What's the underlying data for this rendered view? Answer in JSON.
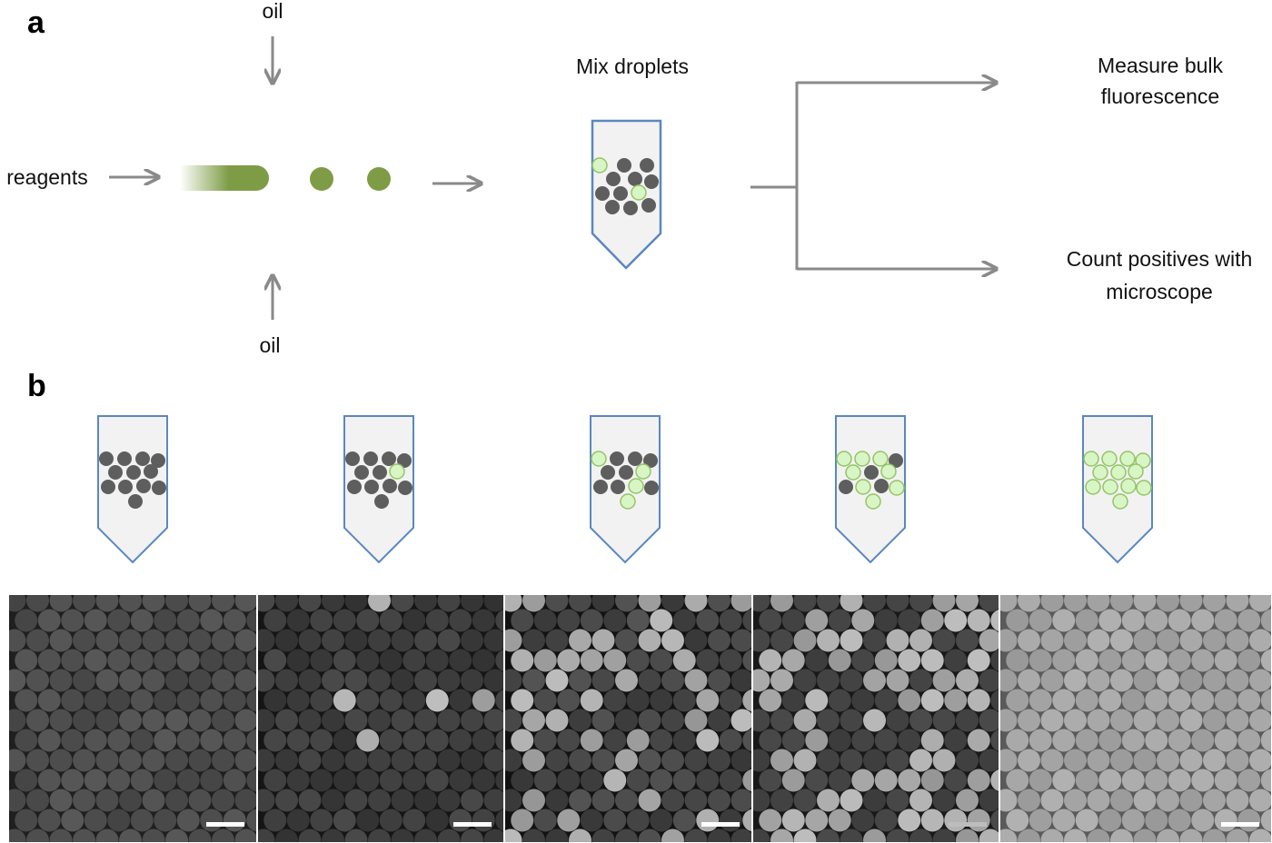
{
  "panel_a": {
    "letter": "a",
    "oil_top": "oil",
    "oil_bottom": "oil",
    "reagents": "reagents",
    "mix_droplets": "Mix droplets",
    "measure_line1": "Measure bulk",
    "measure_line2": "fluorescence",
    "count_line1": "Count positives with",
    "count_line2": "microscope"
  },
  "panel_b": {
    "letter": "b",
    "tubes": [
      {
        "positive_droplets": 0,
        "total_droplets": 12
      },
      {
        "positive_droplets": 1,
        "total_droplets": 12
      },
      {
        "positive_droplets": 4,
        "total_droplets": 12
      },
      {
        "positive_droplets": 8,
        "total_droplets": 12
      },
      {
        "positive_droplets": 12,
        "total_droplets": 12
      }
    ],
    "micrographs": [
      {
        "brightness": "dark"
      },
      {
        "brightness": "few-bright"
      },
      {
        "brightness": "mixed"
      },
      {
        "brightness": "mostly-bright"
      },
      {
        "brightness": "all-bright"
      }
    ]
  },
  "colors": {
    "channel": "#5b87c0",
    "reagent_green": "#7e9c45",
    "positive_fill": "#d8f5c5",
    "positive_stroke": "#94c465",
    "negative_droplet": "#5e5e5e",
    "arrow": "#8a8a8a",
    "tube_fill": "#f2f2f2"
  }
}
